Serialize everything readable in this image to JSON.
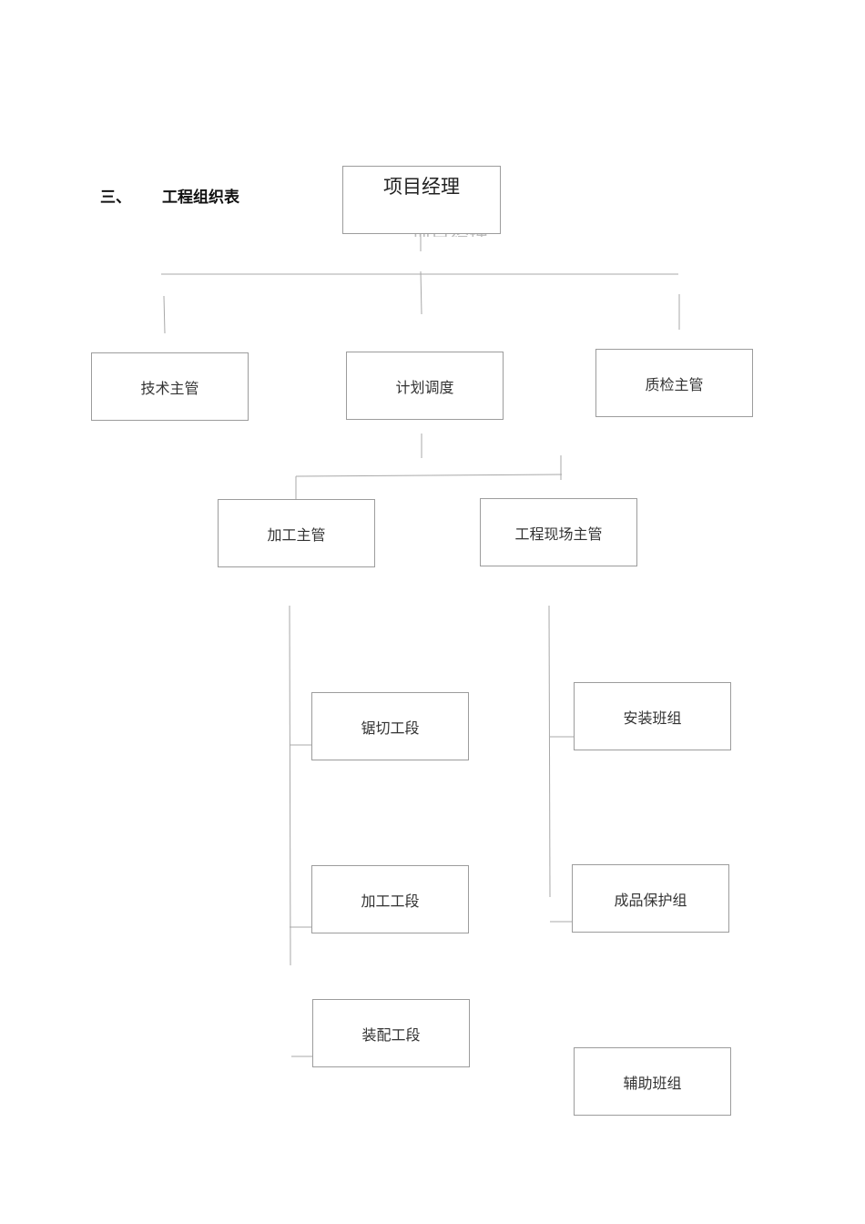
{
  "heading": {
    "number": "三、",
    "title": "工程组织表"
  },
  "org_chart": {
    "top": "项目经理",
    "level_2": [
      "技术主管",
      "计划调度",
      "质检主管"
    ],
    "level_3": [
      "加工主管",
      "工程现场主管"
    ],
    "processing_units": [
      "锯切工段",
      "加工工段",
      "装配工段"
    ],
    "site_units": [
      "安装班组",
      "成品保护组",
      "辅助班组"
    ]
  }
}
